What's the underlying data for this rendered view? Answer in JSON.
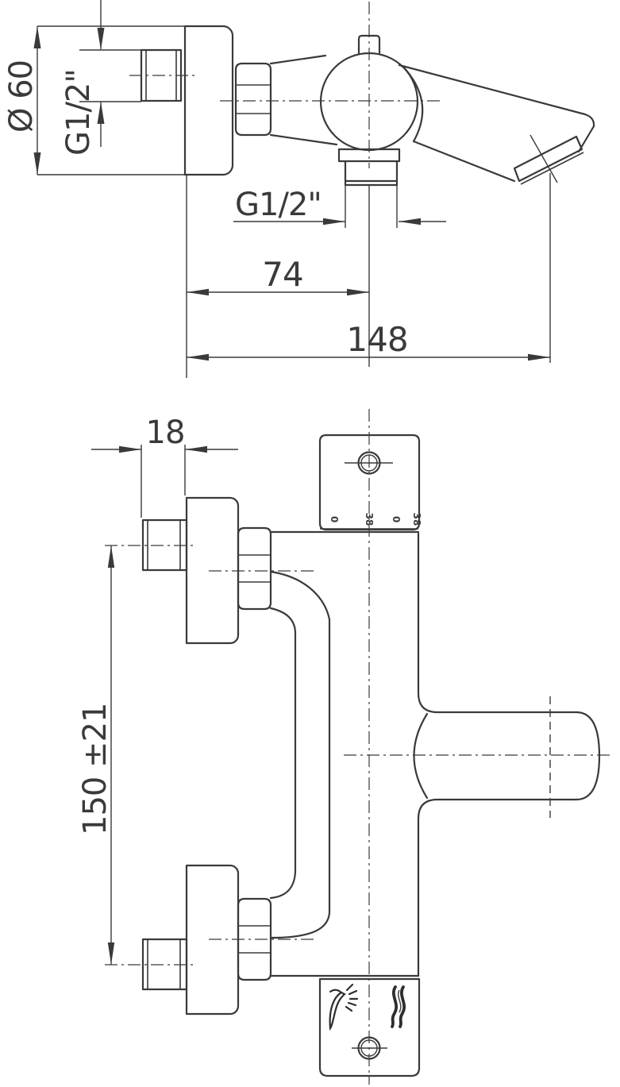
{
  "drawing": {
    "type": "technical-dimension-drawing",
    "subject": "wall-mounted thermostatic bath-shower mixer, side view and front view",
    "line_color": "#3a3a3a",
    "background": "#ffffff",
    "top_view": {
      "plate_diameter_label": "Ø 60",
      "wall_thread_label": "G1/2\"",
      "spout_thread_label": "G1/2\"",
      "spout_center_distance_label": "74",
      "overall_projection_label": "148"
    },
    "front_view": {
      "flange_depth_label": "18",
      "inlet_centers_label": "150 ±21",
      "temp_scale_marks": [
        "0",
        "38",
        "0",
        "38"
      ]
    }
  }
}
